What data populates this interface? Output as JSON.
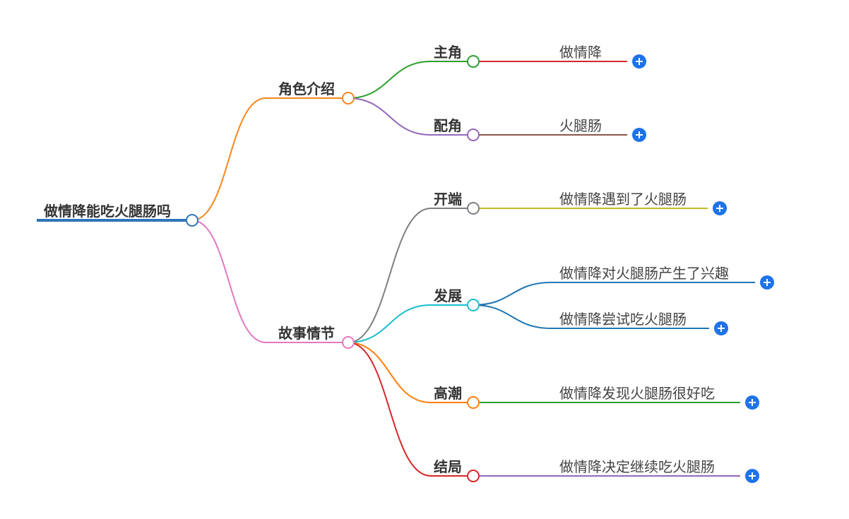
{
  "root": {
    "label": "做情降能吃火腿肠吗",
    "color": "#2e75b6"
  },
  "colors": {
    "expand_button": "#1e73e8",
    "text": "#333333",
    "leaf_text": "#444444"
  },
  "branches": [
    {
      "label": "角色介绍",
      "color": "#f5861f",
      "children": [
        {
          "label": "主角",
          "color": "#2ca02c",
          "leaves": [
            {
              "label": "做情降",
              "color": "#d62728"
            }
          ]
        },
        {
          "label": "配角",
          "color": "#9467bd",
          "leaves": [
            {
              "label": "火腿肠",
              "color": "#8c564b"
            }
          ]
        }
      ]
    },
    {
      "label": "故事情节",
      "color": "#e377c2",
      "children": [
        {
          "label": "开端",
          "color": "#7f7f7f",
          "leaves": [
            {
              "label": "做情降遇到了火腿肠",
              "color": "#bcbd22"
            }
          ]
        },
        {
          "label": "发展",
          "color": "#17becf",
          "leaves": [
            {
              "label": "做情降对火腿肠产生了兴趣",
              "color": "#1f77b4"
            },
            {
              "label": "做情降尝试吃火腿肠",
              "color": "#1f77b4"
            }
          ]
        },
        {
          "label": "高潮",
          "color": "#ff7f0e",
          "leaves": [
            {
              "label": "做情降发现火腿肠很好吃",
              "color": "#2ca02c"
            }
          ]
        },
        {
          "label": "结局",
          "color": "#d62728",
          "leaves": [
            {
              "label": "做情降决定继续吃火腿肠",
              "color": "#9467bd"
            }
          ]
        }
      ]
    }
  ]
}
